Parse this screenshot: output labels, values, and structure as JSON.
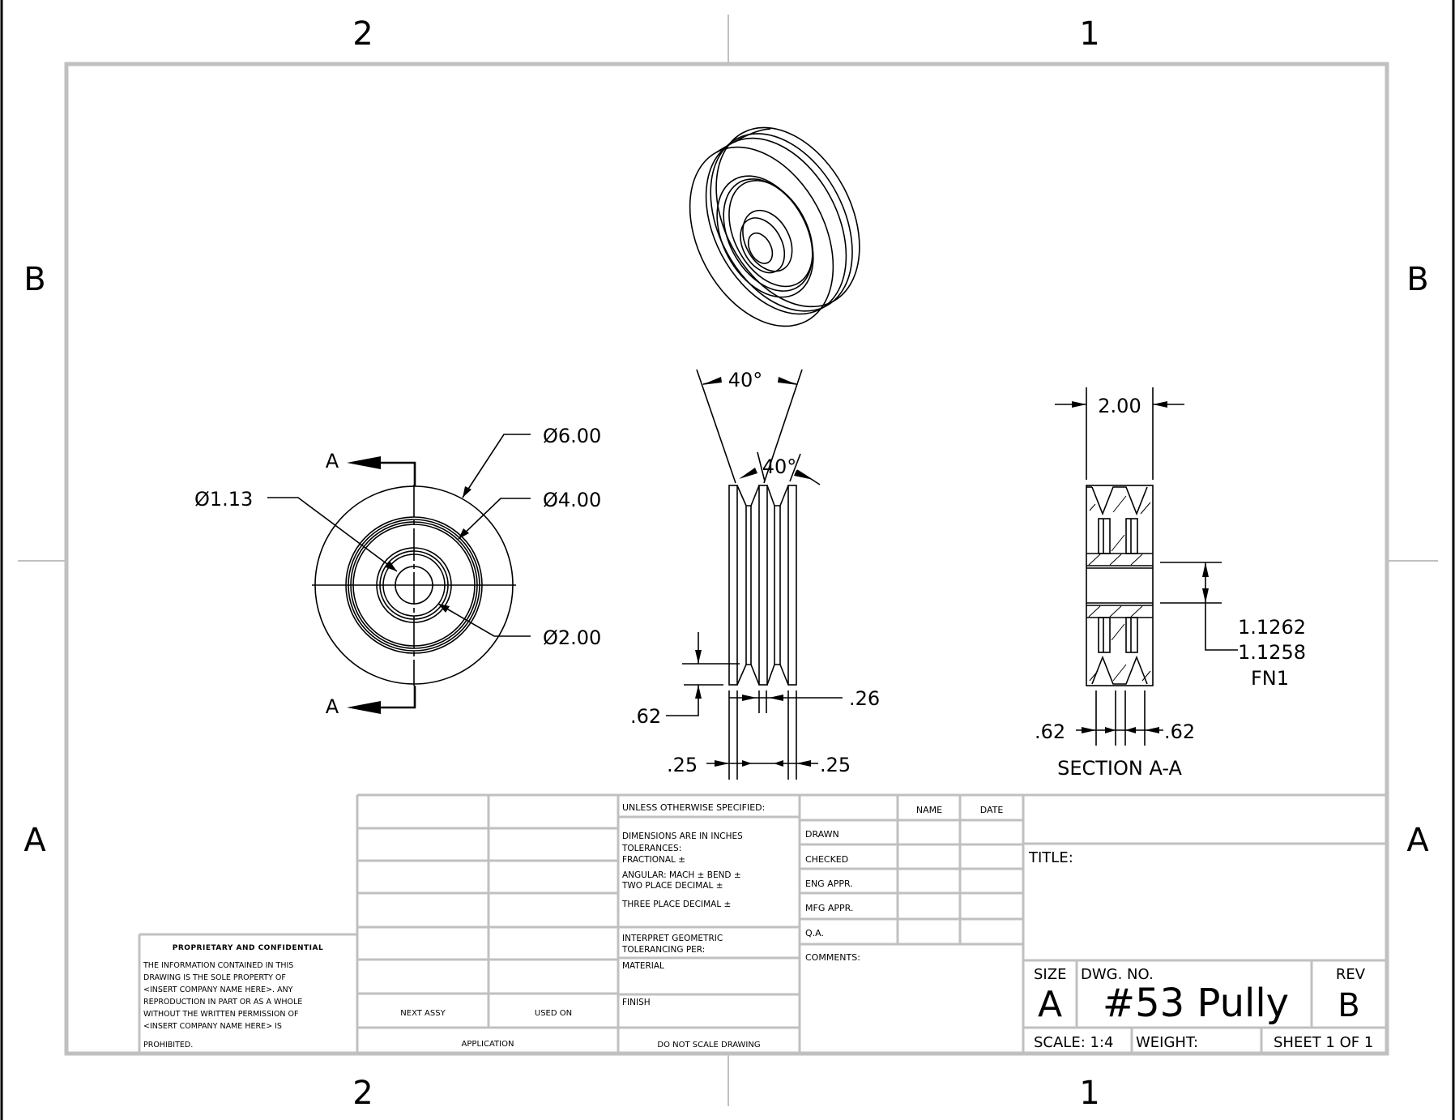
{
  "zones": {
    "columns": [
      "2",
      "1"
    ],
    "rows": [
      "B",
      "A"
    ]
  },
  "views": {
    "front": {
      "section_marker": "A",
      "dimensions": {
        "d_outer": "Ø6.00",
        "d_groove": "Ø4.00",
        "d_hub": "Ø2.00",
        "d_bore": "Ø1.13"
      }
    },
    "side": {
      "angle_outer": "40°",
      "angle_inner": "40°",
      "groove_depth": ".62",
      "groove_width": ".26",
      "flange_left": ".25",
      "flange_right": ".25"
    },
    "section": {
      "label": "SECTION A-A",
      "width": "2.00",
      "bore_upper": "1.1262",
      "bore_lower": "1.1258",
      "fit": "FN1",
      "hub_left": ".62",
      "hub_right": ".62"
    }
  },
  "title_block": {
    "unless": "UNLESS OTHERWISE SPECIFIED:",
    "tolerances": [
      "DIMENSIONS ARE IN INCHES",
      "TOLERANCES:",
      "FRACTIONAL ±",
      "ANGULAR: MACH ±    BEND ±",
      "TWO PLACE DECIMAL    ±",
      "THREE PLACE DECIMAL  ±"
    ],
    "interpret": [
      "INTERPRET GEOMETRIC",
      "TOLERANCING PER:"
    ],
    "material": "MATERIAL",
    "finish": "FINISH",
    "do_not_scale": "DO NOT SCALE DRAWING",
    "next_assy": "NEXT ASSY",
    "used_on": "USED ON",
    "application": "APPLICATION",
    "name_header": "NAME",
    "date_header": "DATE",
    "approvals": [
      "DRAWN",
      "CHECKED",
      "ENG APPR.",
      "MFG APPR.",
      "Q.A."
    ],
    "comments": "COMMENTS:",
    "title_label": "TITLE:",
    "size_label": "SIZE",
    "size": "A",
    "dwg_no_label": "DWG.  NO.",
    "dwg_no": "#53 Pully",
    "rev_label": "REV",
    "rev": "B",
    "scale": "SCALE: 1:4",
    "weight": "WEIGHT:",
    "sheet": "SHEET 1  OF 1",
    "proprietary_title": "PROPRIETARY AND CONFIDENTIAL",
    "proprietary_lines": [
      "THE INFORMATION CONTAINED IN THIS",
      "DRAWING IS THE SOLE PROPERTY OF",
      "<INSERT COMPANY NAME HERE>.  ANY",
      "REPRODUCTION IN PART OR AS A WHOLE",
      "WITHOUT THE WRITTEN PERMISSION OF",
      "<INSERT COMPANY NAME HERE> IS",
      "PROHIBITED."
    ]
  }
}
